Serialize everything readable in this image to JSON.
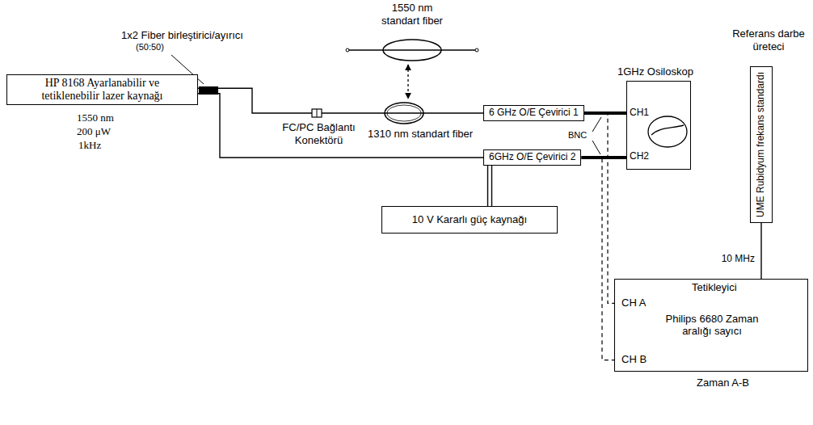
{
  "diagram": {
    "nodes": [
      {
        "text": [
          "HP 8168 Ayarlanabilir ve tetiklenebilir lazer kaynağı"
        ]
      },
      {
        "text": [
          "6 GHz O/E Çevirici 1"
        ]
      },
      {
        "text": [
          "6GHz O/E Çevirici 2"
        ]
      },
      {
        "text": [
          "10 V Kararlı güç kaynağı"
        ]
      },
      {
        "text": [
          "1GHz Osiloskop",
          "CH1",
          "CH2"
        ]
      },
      {
        "text": [
          "UME Rubidyum frekans standardı"
        ]
      },
      {
        "text": [
          "Tetikleyici",
          "CH A",
          "Philips 6680 Zaman aralığı sayıcı",
          "CH B"
        ]
      }
    ],
    "edges": [
      {
        "from": 0,
        "to": 1,
        "arrow": "none"
      },
      {
        "from": 0,
        "to": 2,
        "arrow": "none"
      },
      {
        "from": 1,
        "to": 4,
        "arrow": "none"
      },
      {
        "from": 2,
        "to": 4,
        "arrow": "none"
      },
      {
        "from": 3,
        "to": 2,
        "arrow": "none"
      },
      {
        "from": 5,
        "to": 6,
        "label": "10 MHz",
        "arrow": "none"
      },
      {
        "from": 1,
        "to": 6,
        "arrow": "none"
      },
      {
        "from": 2,
        "to": 6,
        "arrow": "none"
      }
    ],
    "labels": [
      "1550 nm standart fiber",
      "1x2 Fiber birleştirici/ayırıcı",
      "(50:50)",
      "1550 nm",
      "200 μW",
      "1kHz",
      "FC/PC Bağlantı Konektörü",
      "1310 nm standart fiber",
      "BNC",
      "Referans darbe üreteci",
      "Zaman A-B"
    ]
  }
}
